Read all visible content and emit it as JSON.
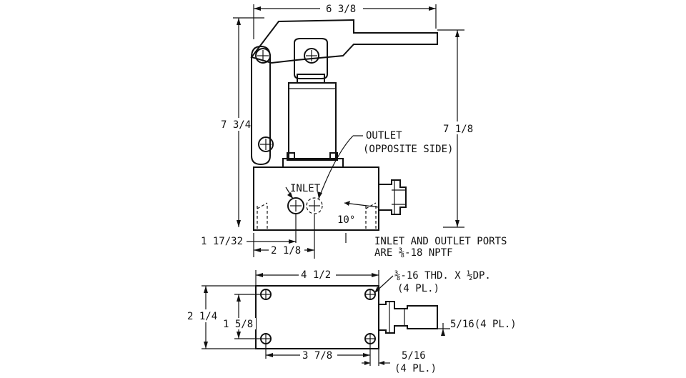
{
  "dimensions": {
    "overall_width": "6 3/8",
    "overall_height": "7 3/4",
    "handle_height": "7 1/8",
    "offset_side": "1 17/32",
    "inlet_offset": "2 1/8",
    "base_length": "4 1/2",
    "base_width": "2 1/4",
    "hole_spacing_y": "1 5/8",
    "hole_spacing_x": "3 7/8",
    "hole_edge_offset": "5/16",
    "hole_edge_offset_qty": "(4 PL.)",
    "side_offset_note": "5/16(4 PL.)",
    "angle": "10°"
  },
  "labels": {
    "outlet_line1": "OUTLET",
    "outlet_line2": "(OPPOSITE SIDE)",
    "inlet": "INLET",
    "ports_note_line1": "INLET AND OUTLET PORTS",
    "ports_note_line2": "ARE ⅜-18 NPTF",
    "thread_note_line1": "⅜-16 THD. X ½DP.",
    "thread_note_line2": "(4 PL.)"
  }
}
